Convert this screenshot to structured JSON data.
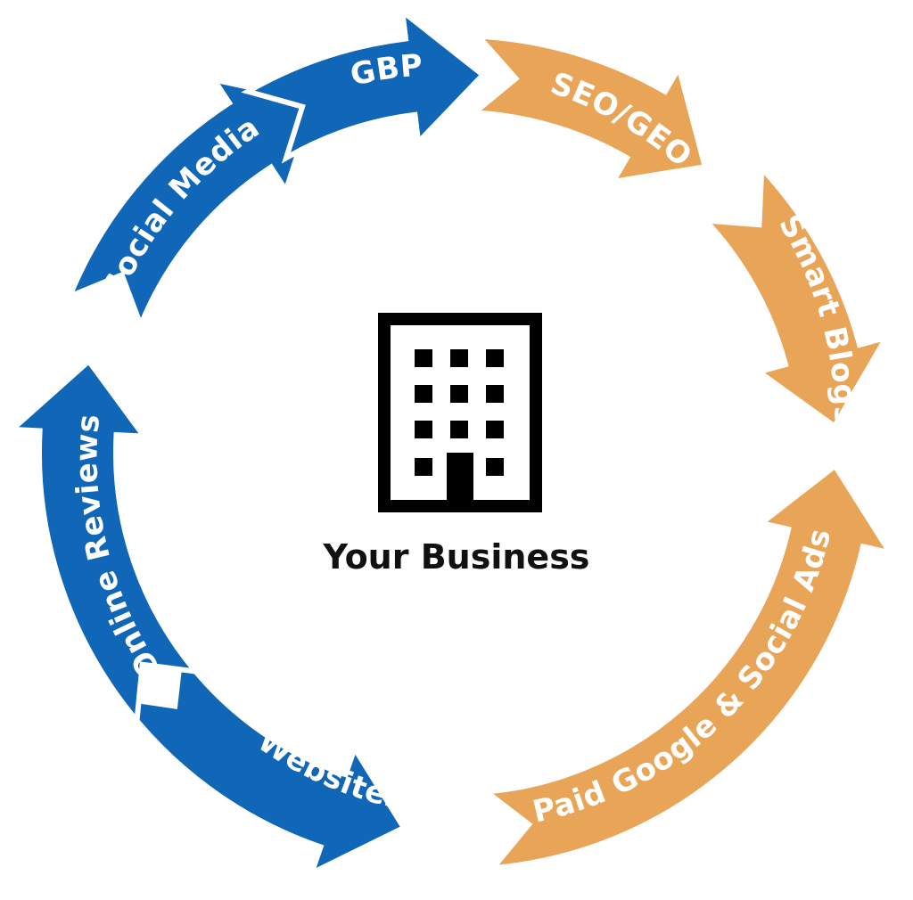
{
  "colors": {
    "blue": "#1066B7",
    "orange": "#E8A457",
    "ink": "#000000",
    "background": "#ffffff"
  },
  "center": {
    "icon": "office-building-icon",
    "title": "Your Business"
  },
  "segments": [
    {
      "label": "SEO/GEO",
      "color": "orange"
    },
    {
      "label": "Smart Blogs",
      "color": "orange"
    },
    {
      "label": "Paid Google & Social Ads",
      "color": "orange"
    },
    {
      "label": "Websites",
      "color": "blue"
    },
    {
      "label": "Online Reviews",
      "color": "blue"
    },
    {
      "label": "Social Media",
      "color": "blue"
    },
    {
      "label": "GBP",
      "color": "blue"
    }
  ]
}
